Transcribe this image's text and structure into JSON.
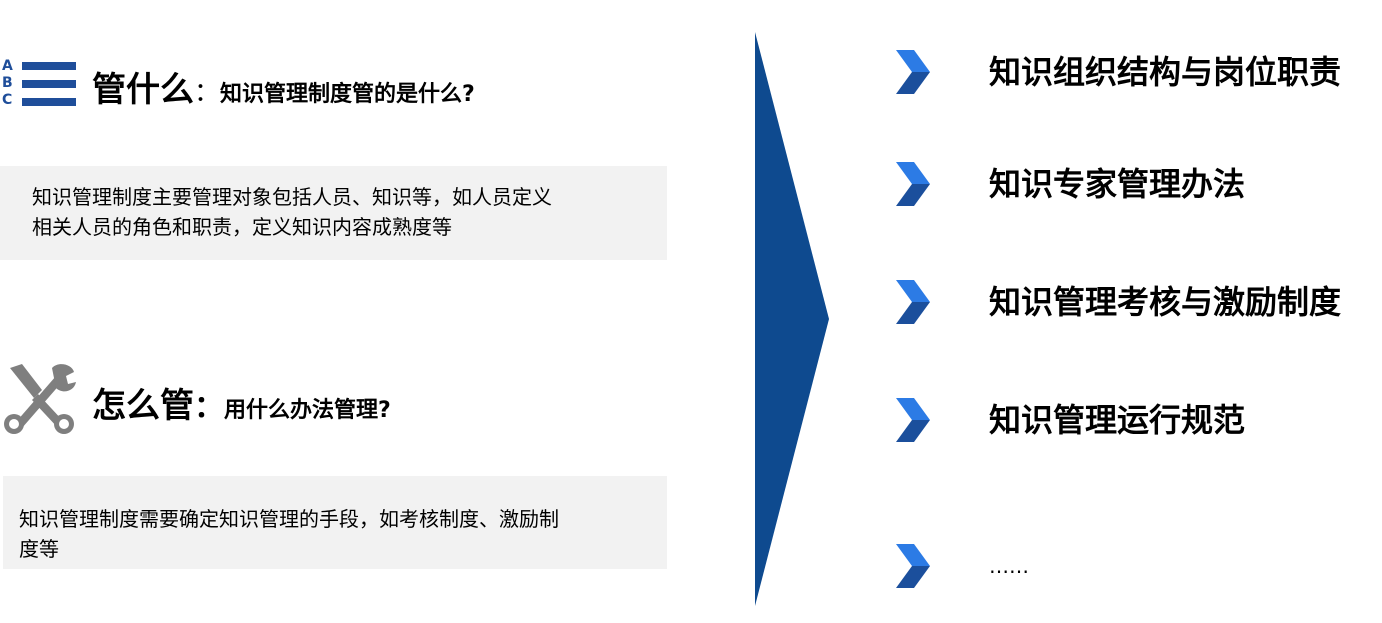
{
  "left": {
    "what": {
      "icon": "abc-list-icon",
      "icon_letters": [
        "A",
        "B",
        "C"
      ],
      "title": "管什么",
      "colon": "：",
      "subtitle": "知识管理制度管的是什么?",
      "description_line1": "知识管理制度主要管理对象包括人员、知识等，如人员定义",
      "description_line2": "相关人员的角色和职责，定义知识内容成熟度等"
    },
    "how": {
      "icon": "tools-icon",
      "title": "怎么管",
      "colon": "：",
      "subtitle": "用什么办法管理?",
      "description_line1": "知识管理制度需要确定知识管理的手段，如考核制度、激励制",
      "description_line2": "度等"
    }
  },
  "colors": {
    "accent": "#1f4e9a",
    "triangle": "#0e4a8f",
    "chevron_dark": "#1b4f9c",
    "chevron_light": "#2c7be5",
    "tools_gray": "#7f7f7f",
    "box_bg": "#f2f2f2"
  },
  "right": {
    "items": [
      {
        "label": "知识组织结构与岗位职责"
      },
      {
        "label": "知识专家管理办法"
      },
      {
        "label": "知识管理考核与激励制度"
      },
      {
        "label": "知识管理运行规范"
      },
      {
        "label": "……"
      }
    ]
  }
}
